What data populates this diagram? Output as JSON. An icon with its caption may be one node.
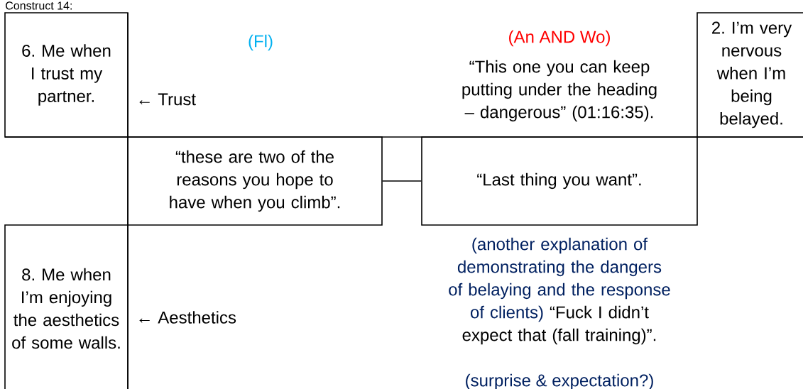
{
  "diagram": {
    "title": "Construct 14:",
    "nodes": [
      {
        "text": [
          "6. Me when I trust my partner."
        ]
      },
      {
        "text": [
          "2. I’m very nervous when I’m being belayed."
        ]
      },
      {
        "text": [
          "“these are two of the reasons you hope to have when you climb”."
        ]
      },
      {
        "text": [
          "“Last thing you want”."
        ]
      },
      {
        "text": [
          "8. Me when I’m enjoying the aesthetics of some walls."
        ]
      }
    ],
    "edges": [
      {
        "from": 2,
        "to": 3,
        "arrow": "none"
      }
    ],
    "labels": [
      "(Fl)",
      "← Trust",
      "(An AND Wo)",
      "“This one you can keep putting under the heading – dangerous” (01:16:35).",
      "← Aesthetics",
      "(another explanation of demonstrating the dangers of belaying and the response of clients)",
      "“Fuck I didn’t expect that (fall training)”.",
      "(surprise & expectation?)"
    ]
  }
}
